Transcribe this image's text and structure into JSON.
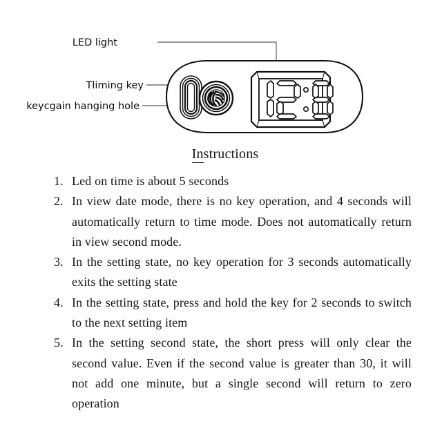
{
  "diagram": {
    "callouts": [
      {
        "id": "led-light",
        "label": "LED light"
      },
      {
        "id": "timing-key",
        "label": "Tliming key"
      },
      {
        "id": "hanging-hole",
        "label": "keycgain hanging hole"
      }
    ],
    "device": {
      "type": "digital-keychain-clock",
      "display_value": "12:8",
      "display_digits": [
        "1",
        "2",
        "8"
      ],
      "display_separator": ":",
      "parts": [
        "hanging-hole",
        "timing-key-button",
        "lcd-display",
        "led-light"
      ]
    },
    "colors": {
      "line": "#111111",
      "background": "#ffffff",
      "leader_line": "#4a4a4a"
    }
  },
  "instructions": {
    "heading": "Instructions",
    "heading_underline_part": "In",
    "heading_rest": "structions",
    "steps": [
      {
        "number": "1.",
        "text": "Led on time is about 5 seconds"
      },
      {
        "number": "2.",
        "text": "In view date mode, there is no key operation, and 4 seconds will automatically return to time mode. Does not automatically return in view second mode."
      },
      {
        "number": "3.",
        "text": "In the setting state, no key operation for 3 seconds automatically exits the setting state"
      },
      {
        "number": "4.",
        "text": "In the setting state, press and hold the key for 2 seconds to switch to the next setting item"
      },
      {
        "number": "5.",
        "text": "In the setting second state, the short press will only clear the second value. Even if the second value is greater than 30, it will not add one minute, but a single second will return to zero operation"
      }
    ]
  }
}
